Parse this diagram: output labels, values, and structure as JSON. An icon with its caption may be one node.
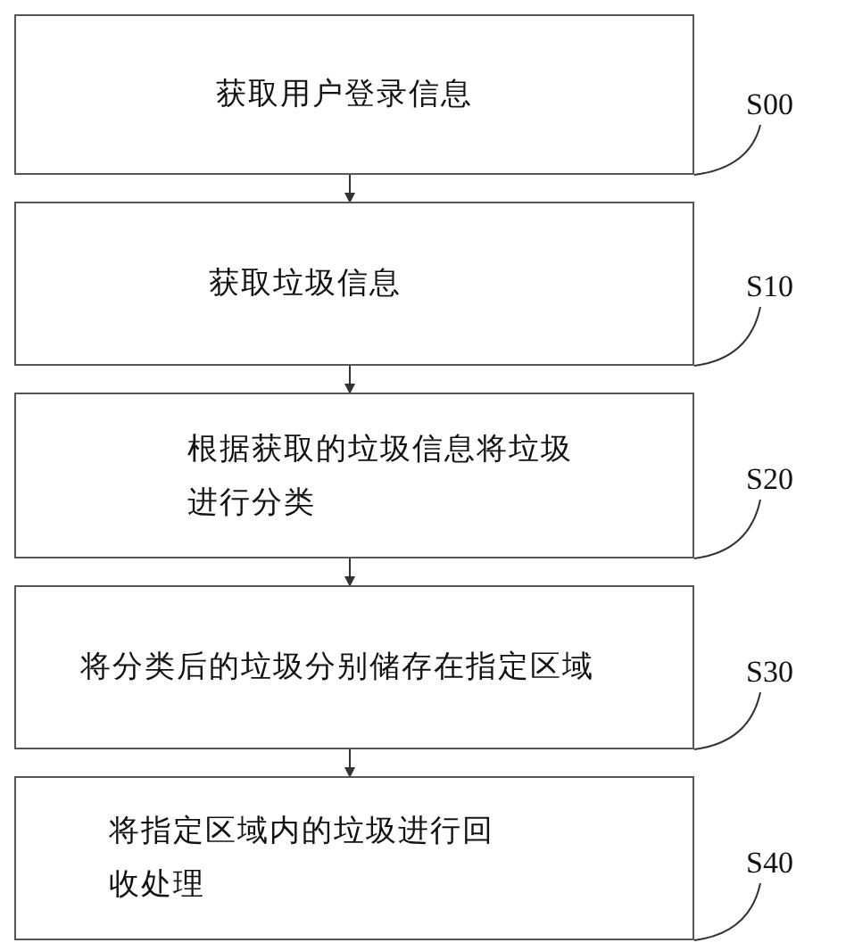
{
  "diagram": {
    "nodes": [
      {
        "text": [
          "获取用户登录信息"
        ]
      },
      {
        "text": [
          "S00"
        ]
      },
      {
        "text": [
          "获取垃圾信息"
        ]
      },
      {
        "text": [
          "S10"
        ]
      },
      {
        "text": [
          "根据获取的垃圾信息将垃圾进行分类"
        ]
      },
      {
        "text": [
          "S20"
        ]
      },
      {
        "text": [
          "将分类后的垃圾分别储存在指定区域"
        ]
      },
      {
        "text": [
          "S30"
        ]
      },
      {
        "text": [
          "将指定区域内的垃圾进行回收处理"
        ]
      },
      {
        "text": [
          "S40"
        ]
      }
    ],
    "edges": [
      {
        "from": 0,
        "to": 2,
        "arrow": "to"
      },
      {
        "from": 2,
        "to": 4,
        "arrow": "to"
      },
      {
        "from": 4,
        "to": 6,
        "arrow": "to"
      },
      {
        "from": 6,
        "to": 8,
        "arrow": "to"
      },
      {
        "from": 1,
        "to": 0,
        "arrow": "none"
      },
      {
        "from": 3,
        "to": 2,
        "arrow": "none"
      },
      {
        "from": 5,
        "to": 4,
        "arrow": "none"
      },
      {
        "from": 7,
        "to": 6,
        "arrow": "none"
      },
      {
        "from": 9,
        "to": 8,
        "arrow": "none"
      }
    ]
  }
}
